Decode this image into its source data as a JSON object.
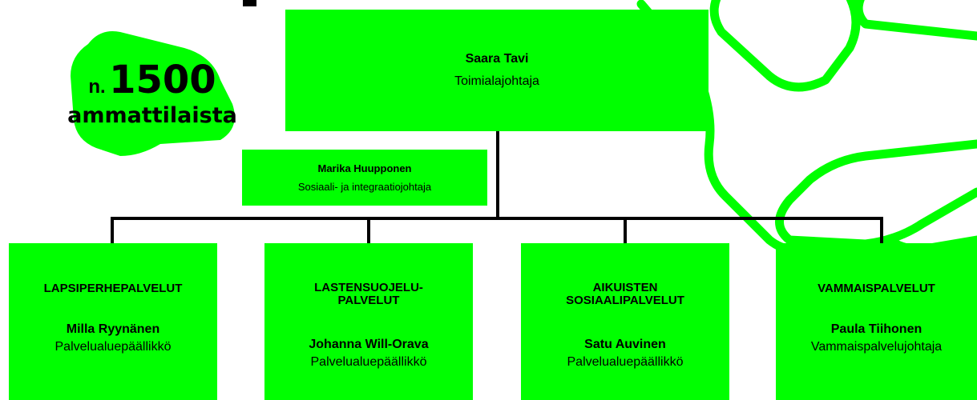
{
  "colors": {
    "box_fill": "#00ff00",
    "connector": "#000000",
    "background": "#ffffff"
  },
  "badge": {
    "prefix": "n.",
    "number": "1500",
    "caption": "ammattilaista"
  },
  "director": {
    "name": "Saara Tavi",
    "title": "Toimialajohtaja"
  },
  "staff": {
    "name": "Marika Huupponen",
    "title": "Sosiaali- ja integraatiojohtaja"
  },
  "units": [
    {
      "unit_line1": "LAPSIPERHEPALVELUT",
      "unit_line2": "",
      "name": "Milla Ryynänen",
      "title": "Palvelualuepäällikkö"
    },
    {
      "unit_line1": "LASTENSUOJELU-",
      "unit_line2": "PALVELUT",
      "name": "Johanna Will-Orava",
      "title": "Palvelualuepäällikkö"
    },
    {
      "unit_line1": "AIKUISTEN",
      "unit_line2": "SOSIAALIPALVELUT",
      "name": "Satu Auvinen",
      "title": "Palvelualuepäällikkö"
    },
    {
      "unit_line1": "VAMMAISPALVELUT",
      "unit_line2": "",
      "name": "Paula Tiihonen",
      "title": "Vammaispalvelujohtaja"
    }
  ]
}
